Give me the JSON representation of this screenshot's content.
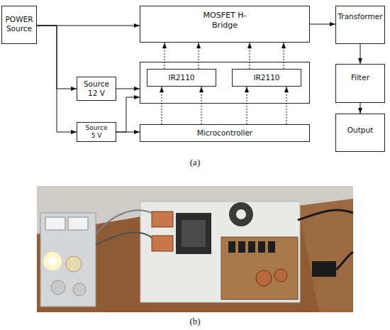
{
  "diagram": {
    "nodes": [
      {
        "text": [
          "POWER Source"
        ]
      },
      {
        "text": [
          "MOSFET H-Bridge"
        ]
      },
      {
        "text": [
          "Transformer"
        ]
      },
      {
        "text": []
      },
      {
        "text": [
          "IR2110"
        ],
        "in": 3
      },
      {
        "text": [
          "IR2110"
        ],
        "in": 3
      },
      {
        "text": [
          "Source 12 V"
        ]
      },
      {
        "text": [
          "Filter"
        ]
      },
      {
        "text": [
          "Source 5 V"
        ]
      },
      {
        "text": [
          "Microcontroller"
        ]
      },
      {
        "text": [
          "Output"
        ]
      }
    ],
    "edges": [
      {
        "from": 0,
        "to": 1,
        "arrow": "to"
      },
      {
        "from": 0,
        "to": 6,
        "arrow": "to"
      },
      {
        "from": 0,
        "to": 8,
        "arrow": "to"
      },
      {
        "from": 6,
        "to": 3,
        "arrow": "to"
      },
      {
        "from": 8,
        "to": 3,
        "arrow": "to"
      },
      {
        "from": 8,
        "to": 9,
        "arrow": "to"
      },
      {
        "from": 4,
        "to": 1,
        "arrow": "to"
      },
      {
        "from": 4,
        "to": 1,
        "arrow": "to"
      },
      {
        "from": 5,
        "to": 1,
        "arrow": "to"
      },
      {
        "from": 5,
        "to": 1,
        "arrow": "to"
      },
      {
        "from": 9,
        "to": 4,
        "arrow": "to"
      },
      {
        "from": 9,
        "to": 4,
        "arrow": "to"
      },
      {
        "from": 9,
        "to": 5,
        "arrow": "to"
      },
      {
        "from": 9,
        "to": 5,
        "arrow": "to"
      },
      {
        "from": 1,
        "to": 2,
        "arrow": "to"
      },
      {
        "from": 2,
        "to": 7,
        "arrow": "to"
      },
      {
        "from": 7,
        "to": 10,
        "arrow": "to"
      }
    ],
    "labels": [
      "(a)",
      "(b)"
    ]
  }
}
